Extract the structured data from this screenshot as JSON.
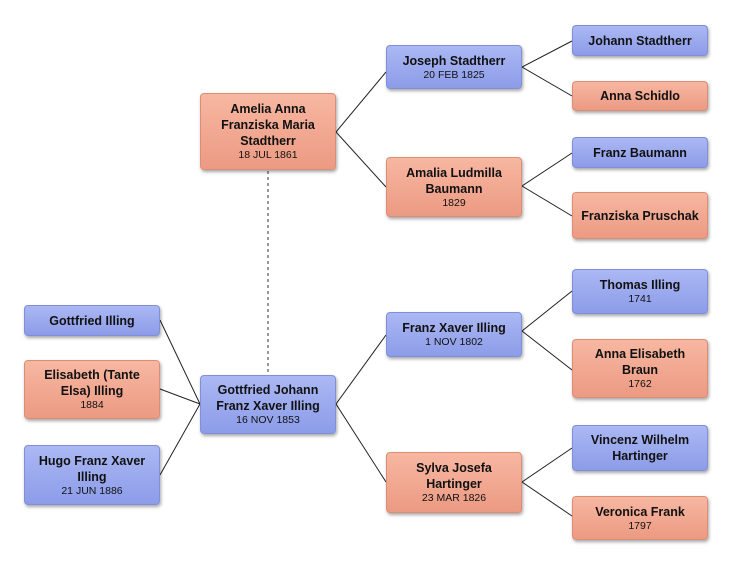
{
  "people": {
    "amelia": {
      "name": "Amelia Anna Franziska Maria Stadtherr",
      "date": "18 JUL 1861",
      "gender": "female"
    },
    "gottfried_main": {
      "name": "Gottfried Johann Franz  Xaver Illing",
      "date": "16 NOV 1853",
      "gender": "male"
    },
    "joseph": {
      "name": "Joseph Stadtherr",
      "date": "20 FEB 1825",
      "gender": "male"
    },
    "amalia": {
      "name": "Amalia Ludmilla Baumann",
      "date": "1829",
      "gender": "female"
    },
    "johann": {
      "name": "Johann Stadtherr",
      "date": "",
      "gender": "male"
    },
    "anna_schidlo": {
      "name": "Anna Schidlo",
      "date": "",
      "gender": "female"
    },
    "franz_baumann": {
      "name": "Franz Baumann",
      "date": "",
      "gender": "male"
    },
    "franziska": {
      "name": "Franziska Pruschak",
      "date": "",
      "gender": "female"
    },
    "franz_xaver": {
      "name": "Franz Xaver Illing",
      "date": "1 NOV 1802",
      "gender": "male"
    },
    "sylva": {
      "name": "Sylva Josefa Hartinger",
      "date": "23 MAR 1826",
      "gender": "female"
    },
    "thomas": {
      "name": "Thomas Illing",
      "date": "1741",
      "gender": "male"
    },
    "anna_elisabeth": {
      "name": "Anna Elisabeth Braun",
      "date": "1762",
      "gender": "female"
    },
    "vincenz": {
      "name": "Vincenz Wilhelm Hartinger",
      "date": "",
      "gender": "male"
    },
    "veronica": {
      "name": "Veronica Frank",
      "date": "1797",
      "gender": "female"
    },
    "gottfried_child": {
      "name": "Gottfried Illing",
      "date": "",
      "gender": "male"
    },
    "elisabeth": {
      "name": "Elisabeth (Tante Elsa) Illing",
      "date": "1884",
      "gender": "female"
    },
    "hugo": {
      "name": "Hugo Franz Xaver Illing",
      "date": "21 JUN 1886",
      "gender": "male"
    }
  },
  "colors": {
    "male": "#97a6ee",
    "female": "#f2a892",
    "connector": "#222222",
    "spouse_link": "#777777"
  }
}
